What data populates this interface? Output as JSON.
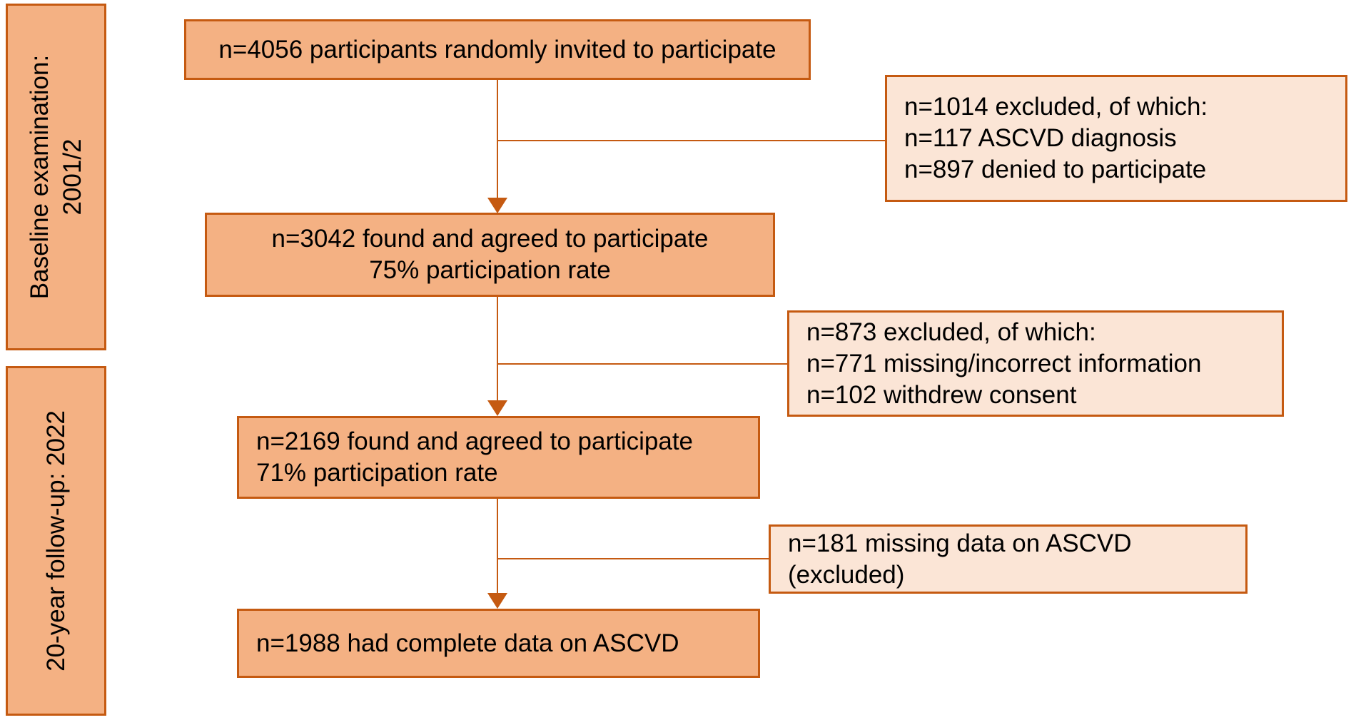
{
  "flow": {
    "stage_labels": [
      {
        "text_lines": [
          "Baseline examination:",
          "2001/2"
        ]
      },
      {
        "text_lines": [
          "20-year follow-up: 2022"
        ]
      }
    ],
    "main_boxes": [
      {
        "lines": [
          "n=4056 participants randomly invited to participate"
        ]
      },
      {
        "lines": [
          "n=3042 found and agreed to participate",
          "75% participation rate"
        ]
      },
      {
        "lines": [
          "n=2169 found and agreed to participate",
          "71% participation rate"
        ]
      },
      {
        "lines": [
          "n=1988 had complete data on ASCVD"
        ]
      }
    ],
    "exclusion_boxes": [
      {
        "lines": [
          "n=1014 excluded, of which:",
          "n=117 ASCVD diagnosis",
          "n=897 denied to participate"
        ]
      },
      {
        "lines": [
          "n=873 excluded, of which:",
          "n=771 missing/incorrect information",
          "n=102 withdrew consent"
        ]
      },
      {
        "lines": [
          "n=181 missing data on ASCVD",
          "(excluded)"
        ]
      }
    ]
  },
  "colors": {
    "main_box_fill": "#F4B183",
    "box_border": "#C55A11",
    "exclusion_box_fill": "#FBE5D6",
    "connector": "#C55A11",
    "text": "#000000",
    "background": "#FFFFFF"
  }
}
